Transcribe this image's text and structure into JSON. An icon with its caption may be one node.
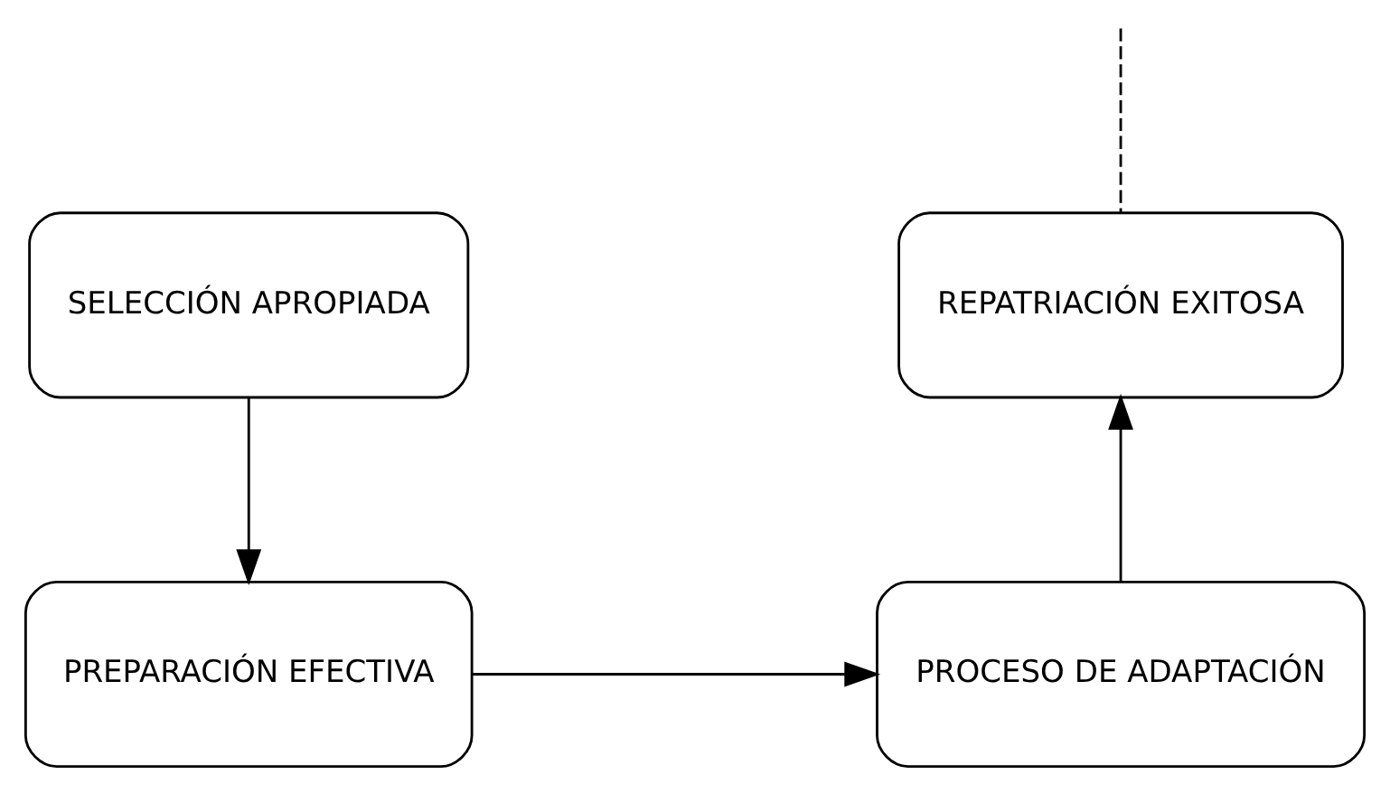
{
  "diagram": {
    "nodes": [
      {
        "text": [
          "REPATRIACIÓN EXITOSA"
        ]
      },
      {
        "text": [
          "SELECCIÓN APROPIADA"
        ]
      },
      {
        "text": [
          "PROCESO DE ADAPTACIÓN"
        ]
      },
      {
        "text": [
          "PREPARACIÓN EFECTIVA"
        ]
      }
    ],
    "edges": [
      {
        "from": 1,
        "to": 3,
        "arrow": "to"
      },
      {
        "from": 3,
        "to": 2,
        "arrow": "to"
      },
      {
        "from": 2,
        "to": 0,
        "arrow": "to"
      },
      {
        "from": 0,
        "to": null,
        "arrow": "none",
        "style": "dashed"
      }
    ]
  }
}
